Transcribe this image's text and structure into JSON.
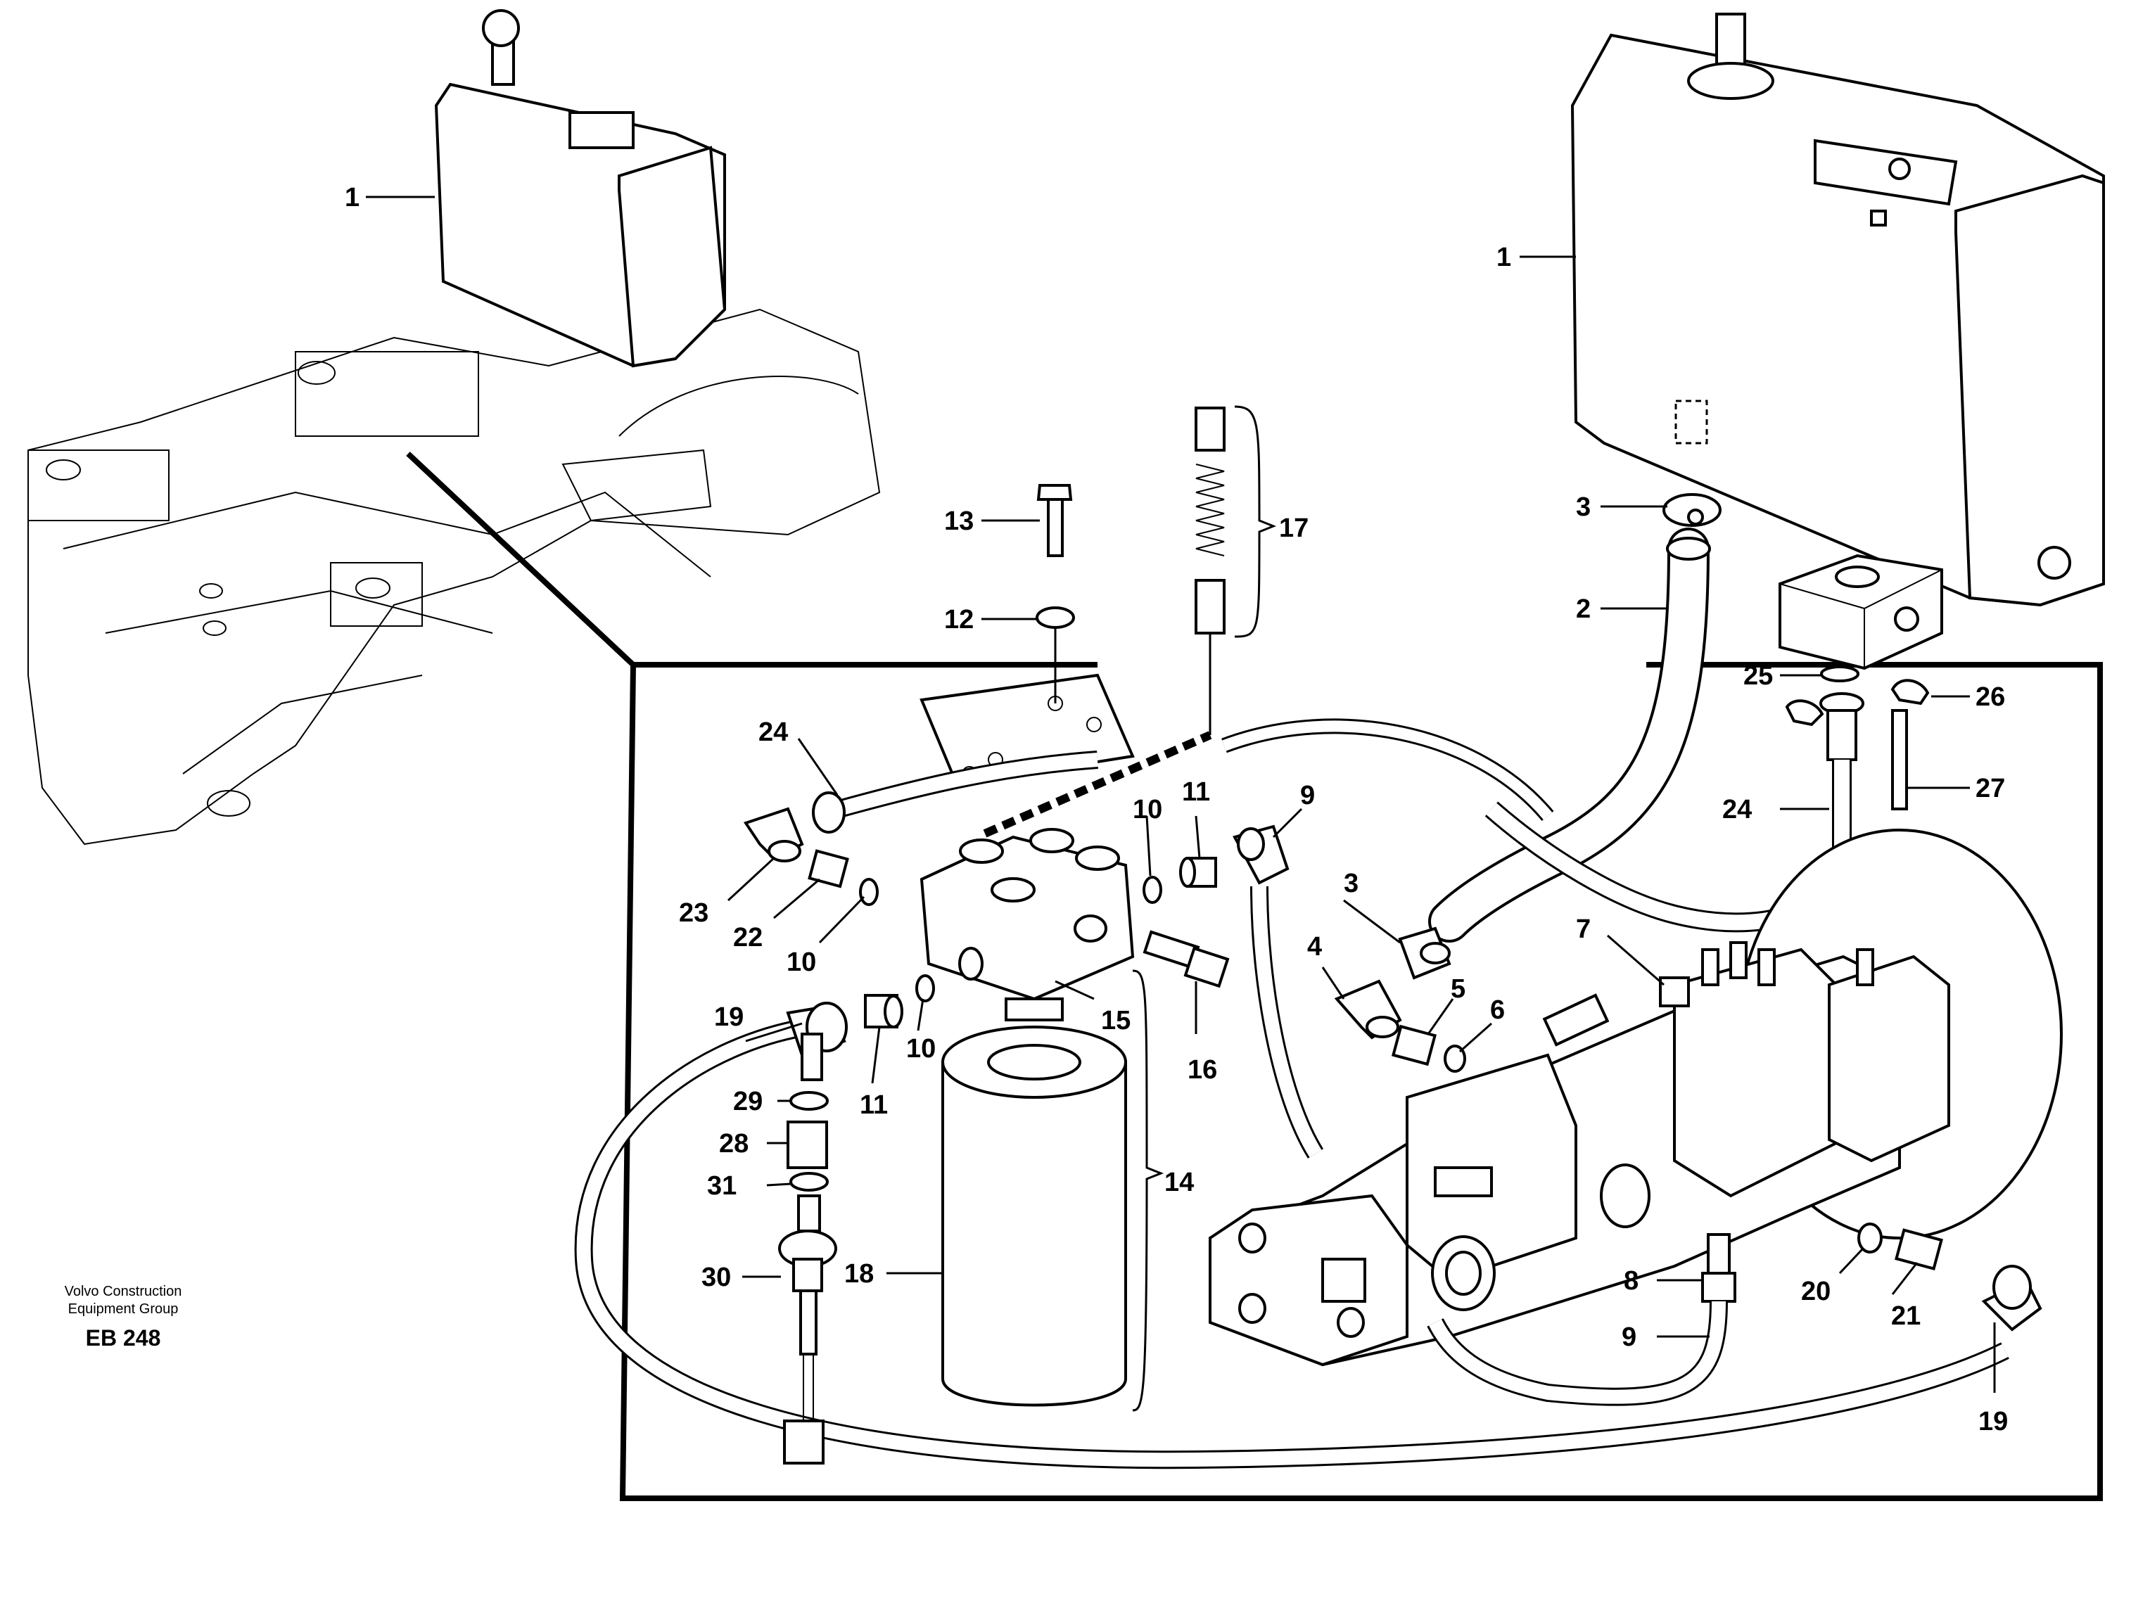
{
  "labels": {
    "n1": "1",
    "n2": "2",
    "n3": "3",
    "n4": "4",
    "n5": "5",
    "n6": "6",
    "n7": "7",
    "n8": "8",
    "n9": "9",
    "n10": "10",
    "n11": "11",
    "n12": "12",
    "n13": "13",
    "n14": "14",
    "n15": "15",
    "n16": "16",
    "n17": "17",
    "n18": "18",
    "n19": "19",
    "n20": "20",
    "n21": "21",
    "n22": "22",
    "n23": "23",
    "n24": "24",
    "n25": "25",
    "n26": "26",
    "n27": "27",
    "n28": "28",
    "n29": "29",
    "n30": "30",
    "n31": "31"
  },
  "credit": {
    "line1": "Volvo Construction",
    "line2": "Equipment Group",
    "code": "EB 248"
  }
}
